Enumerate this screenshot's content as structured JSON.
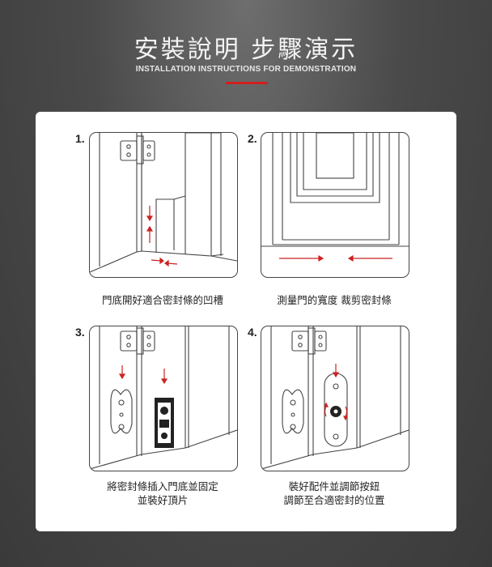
{
  "header": {
    "title": "安裝說明 步驟演示",
    "subtitle": "INSTALLATION INSTRUCTIONS FOR DEMONSTRATION",
    "accent_color": "#d01e1e"
  },
  "steps": [
    {
      "number": "1.",
      "caption_lines": [
        "門底開好適合密封條的凹槽"
      ]
    },
    {
      "number": "2.",
      "caption_lines": [
        "測量門的寬度 裁剪密封條"
      ]
    },
    {
      "number": "3.",
      "caption_lines": [
        "將密封條插入門底並固定",
        "並裝好頂片"
      ]
    },
    {
      "number": "4.",
      "caption_lines": [
        "裝好配件並調節按鈕",
        "調節至合適密封的位置"
      ]
    }
  ]
}
